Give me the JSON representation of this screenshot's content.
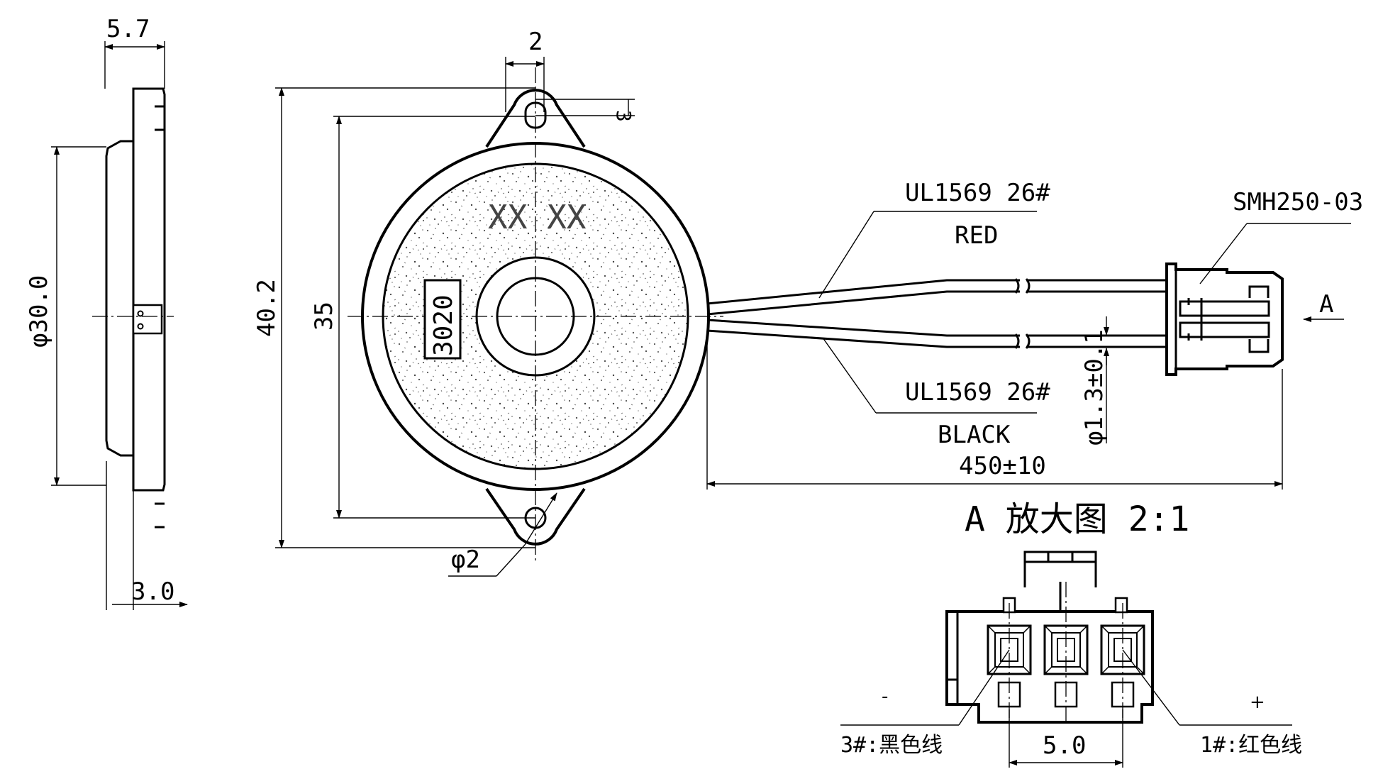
{
  "side_view": {
    "thickness": "5.7",
    "diameter": "φ30.0",
    "flange": "3.0"
  },
  "front_view": {
    "hole_spacing_dim": "2",
    "hole_offset_dim": "3",
    "overall_height": "40.2",
    "mount_pitch": "35",
    "hole_diameter": "φ2",
    "model_code": "3020",
    "marking": "XX XX"
  },
  "wires": {
    "red_spec": "UL1569 26#",
    "red_color": "RED",
    "black_spec": "UL1569 26#",
    "black_color": "BLACK",
    "length": "450±10",
    "wire_diameter": "φ1.3±0.1"
  },
  "connector": {
    "part": "SMH250-03",
    "view_arrow": "A"
  },
  "detail_view": {
    "title": "A 放大图 2:1",
    "minus": "-",
    "plus": "+",
    "pin3": "3#:黑色线",
    "pin1": "1#:红色线",
    "pitch": "5.0"
  }
}
